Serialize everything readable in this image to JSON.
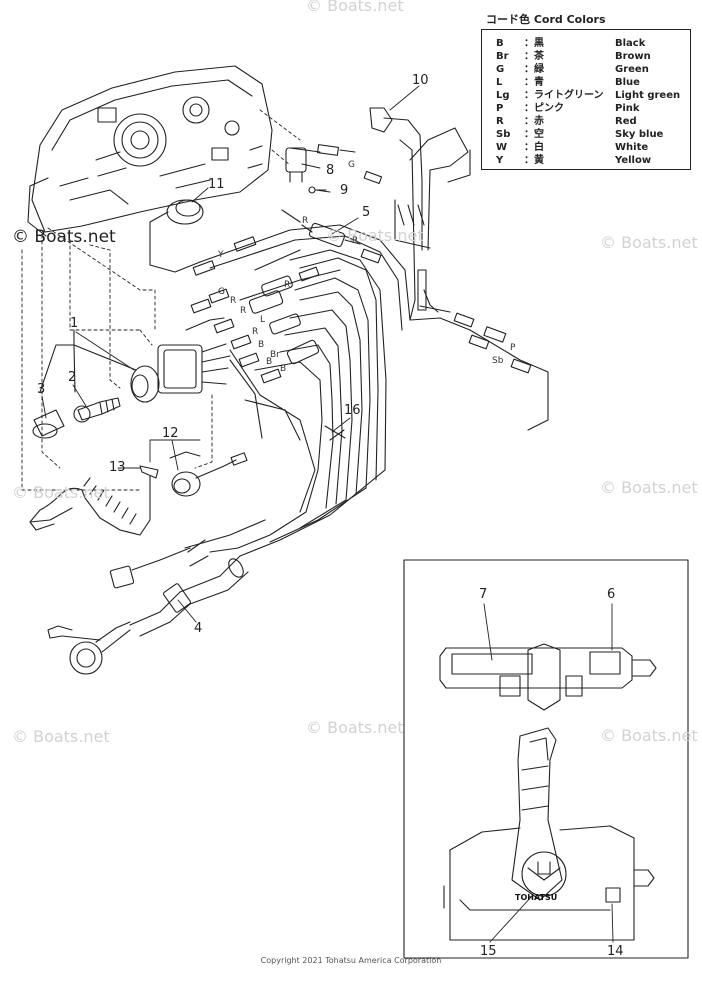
{
  "legend": {
    "title": "コード色  Cord Colors",
    "rows": [
      {
        "code": "B",
        "jp": "：黒",
        "en": "Black"
      },
      {
        "code": "Br",
        "jp": "：茶",
        "en": "Brown"
      },
      {
        "code": "G",
        "jp": "：緑",
        "en": "Green"
      },
      {
        "code": "L",
        "jp": "：青",
        "en": "Blue"
      },
      {
        "code": "Lg",
        "jp": "：ライトグリーン",
        "en": "Light green"
      },
      {
        "code": "P",
        "jp": "：ピンク",
        "en": "Pink"
      },
      {
        "code": "R",
        "jp": "：赤",
        "en": "Red"
      },
      {
        "code": "Sb",
        "jp": "：空",
        "en": "Sky blue"
      },
      {
        "code": "W",
        "jp": "：白",
        "en": "White"
      },
      {
        "code": "Y",
        "jp": "：黄",
        "en": "Yellow"
      }
    ]
  },
  "callouts": {
    "c1": "1",
    "c2": "2",
    "c3": "3",
    "c4": "4",
    "c5": "5",
    "c6": "6",
    "c7": "7",
    "c8": "8",
    "c9": "9",
    "c10": "10",
    "c11": "11",
    "c12": "12",
    "c13": "13",
    "c14": "14",
    "c15": "15",
    "c16": "16"
  },
  "wire_labels": {
    "g1": "G",
    "g2": "G",
    "r1": "R",
    "r2": "R",
    "r3": "R",
    "r4": "R",
    "r5": "R",
    "r6": "R",
    "y1": "Y",
    "l1": "L",
    "b1": "B",
    "b2": "B",
    "b3": "B",
    "br1": "Br",
    "p1": "P",
    "sb1": "Sb"
  },
  "watermark": {
    "text": "© Boats.net"
  },
  "logo": {
    "text": "TOHATSU"
  },
  "copyright": "Copyright 2021 Tohatsu America Corporation",
  "colors": {
    "line": "#222222",
    "watermark": "#d2d2d2"
  }
}
